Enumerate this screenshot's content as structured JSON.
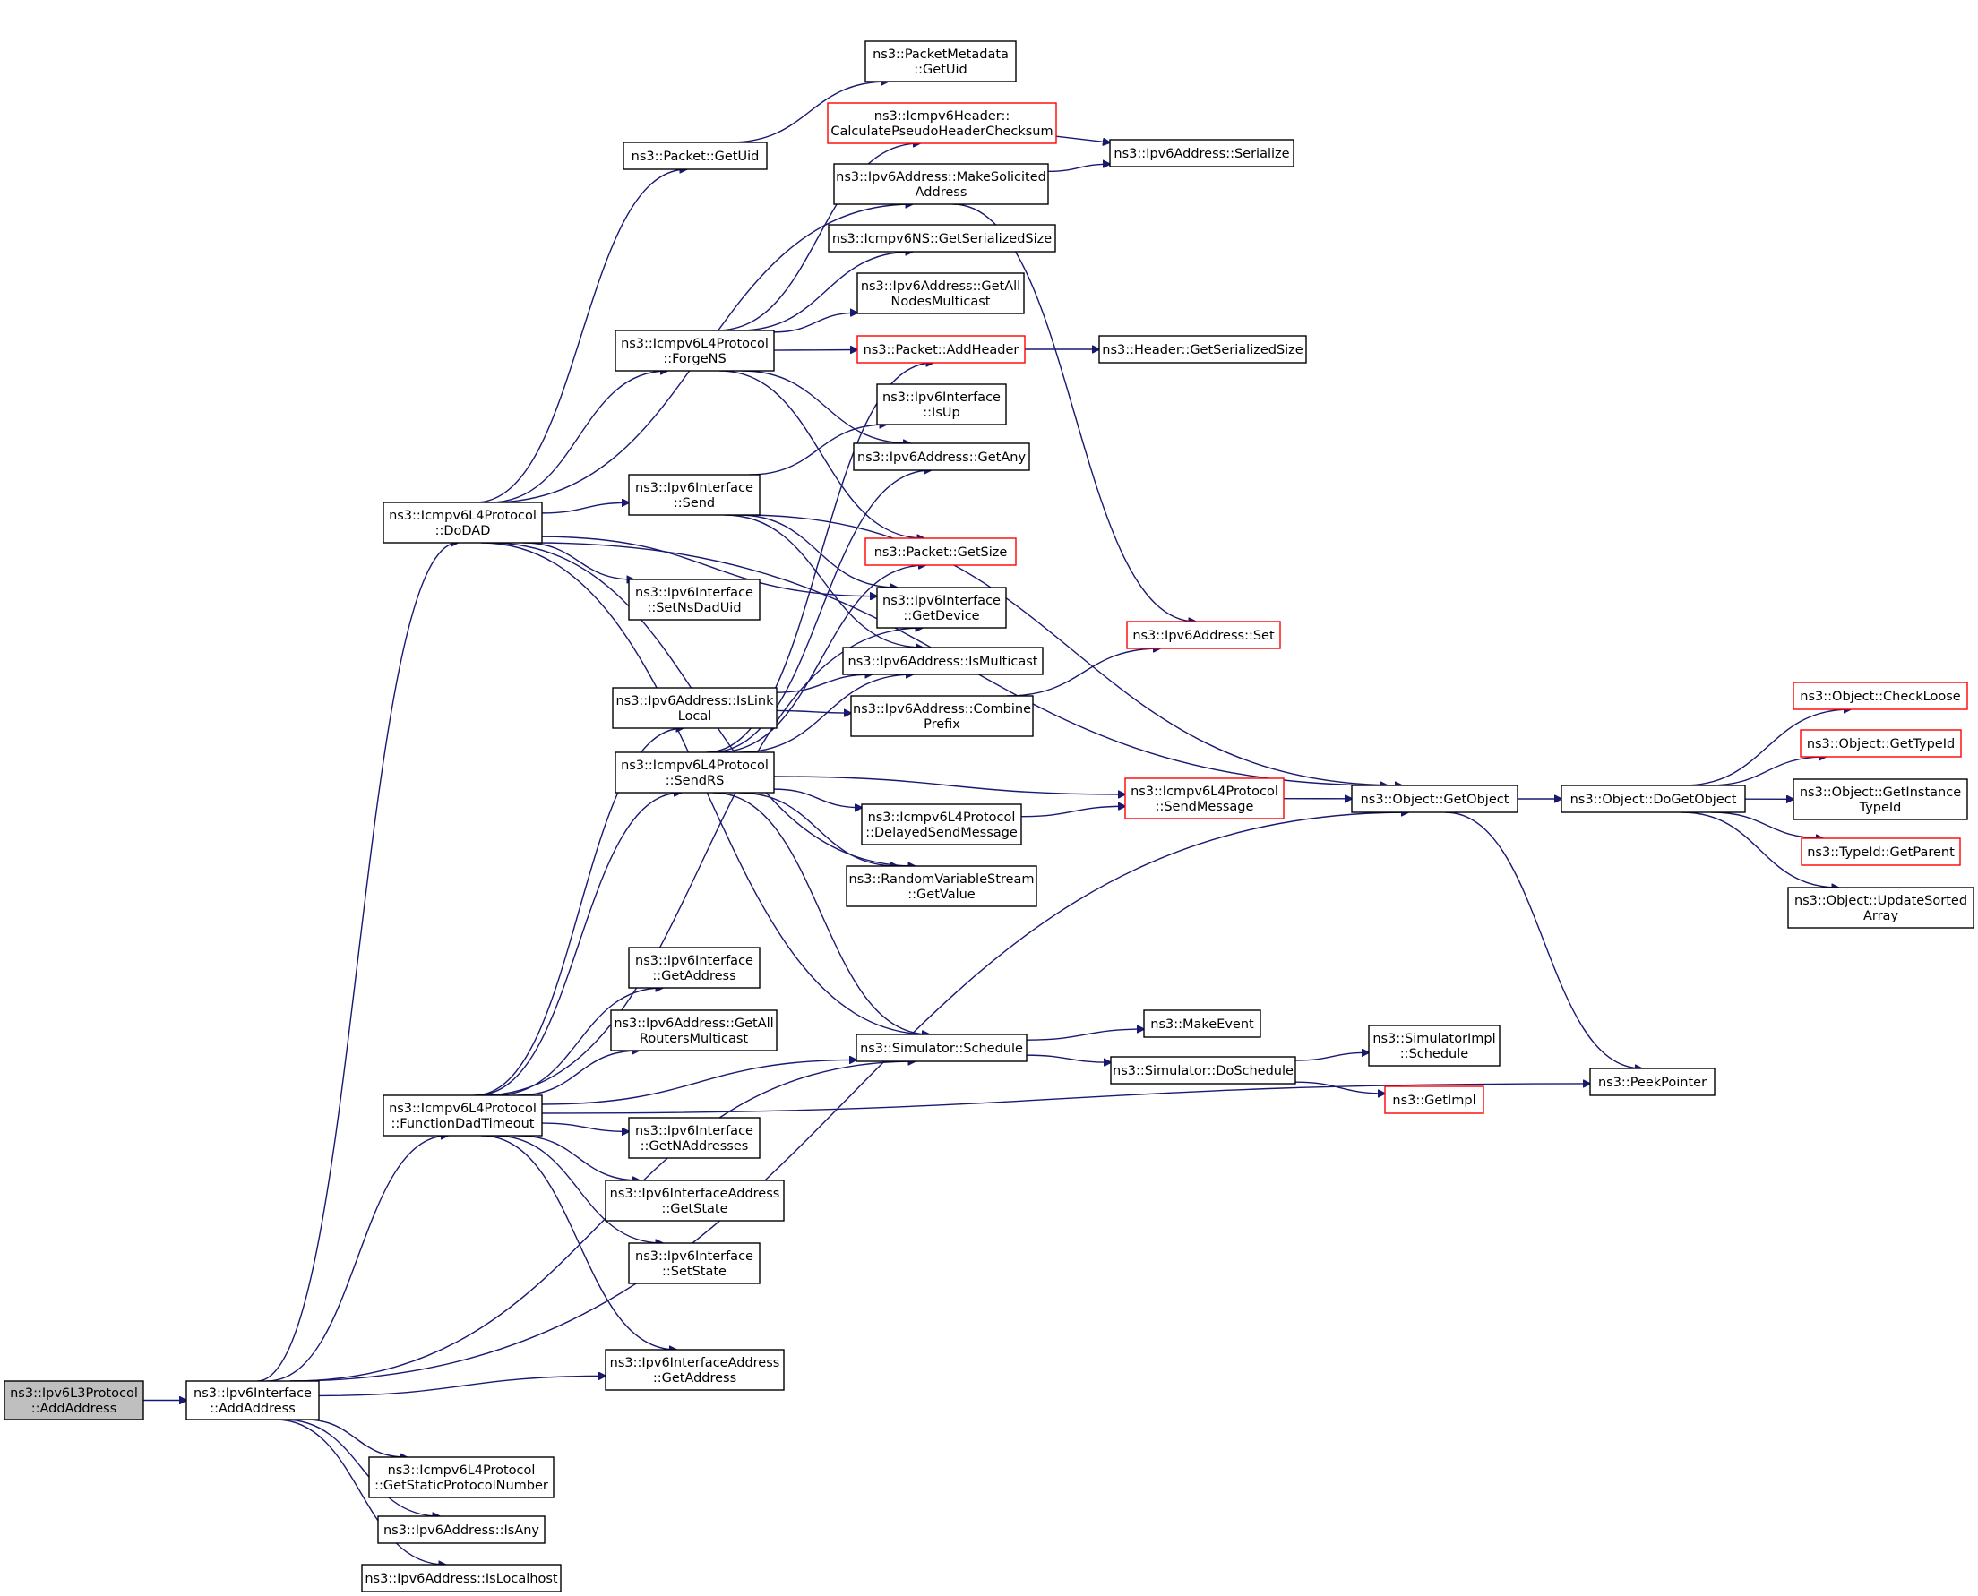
{
  "nodes": [
    {
      "id": "root",
      "lines": [
        "ns3::Ipv6L3Protocol",
        "::AddAddress"
      ],
      "style": "root"
    },
    {
      "id": "ifaceAddAddress",
      "lines": [
        "ns3::Ipv6Interface",
        "::AddAddress"
      ],
      "style": "normal"
    },
    {
      "id": "doDAD",
      "lines": [
        "ns3::Icmpv6L4Protocol",
        "::DoDAD"
      ],
      "style": "normal"
    },
    {
      "id": "functionDadTimeout",
      "lines": [
        "ns3::Icmpv6L4Protocol",
        "::FunctionDadTimeout"
      ],
      "style": "normal"
    },
    {
      "id": "getStaticProtocolNumber",
      "lines": [
        "ns3::Icmpv6L4Protocol",
        "::GetStaticProtocolNumber"
      ],
      "style": "normal"
    },
    {
      "id": "isAny",
      "lines": [
        "ns3::Ipv6Address::IsAny"
      ],
      "style": "normal"
    },
    {
      "id": "isLocalhost",
      "lines": [
        "ns3::Ipv6Address::IsLocalhost"
      ],
      "style": "normal"
    },
    {
      "id": "packetGetUid",
      "lines": [
        "ns3::Packet::GetUid"
      ],
      "style": "normal"
    },
    {
      "id": "packetMetadataGetUid",
      "lines": [
        "ns3::PacketMetadata",
        "::GetUid"
      ],
      "style": "normal"
    },
    {
      "id": "calcPseudo",
      "lines": [
        "ns3::Icmpv6Header::",
        "CalculatePseudoHeaderChecksum"
      ],
      "style": "red"
    },
    {
      "id": "ipv6Serialize",
      "lines": [
        "ns3::Ipv6Address::Serialize"
      ],
      "style": "normal"
    },
    {
      "id": "makeSolicited",
      "lines": [
        "ns3::Ipv6Address::MakeSolicited",
        "Address"
      ],
      "style": "normal"
    },
    {
      "id": "nsGetSerializedSize",
      "lines": [
        "ns3::Icmpv6NS::GetSerializedSize"
      ],
      "style": "normal"
    },
    {
      "id": "getAllNodesMulticast",
      "lines": [
        "ns3::Ipv6Address::GetAll",
        "NodesMulticast"
      ],
      "style": "normal"
    },
    {
      "id": "forgeNS",
      "lines": [
        "ns3::Icmpv6L4Protocol",
        "::ForgeNS"
      ],
      "style": "normal"
    },
    {
      "id": "packetAddHeader",
      "lines": [
        "ns3::Packet::AddHeader"
      ],
      "style": "red"
    },
    {
      "id": "headerGetSerializedSize",
      "lines": [
        "ns3::Header::GetSerializedSize"
      ],
      "style": "normal"
    },
    {
      "id": "ifaceIsUp",
      "lines": [
        "ns3::Ipv6Interface",
        "::IsUp"
      ],
      "style": "normal"
    },
    {
      "id": "ipv6GetAny",
      "lines": [
        "ns3::Ipv6Address::GetAny"
      ],
      "style": "normal"
    },
    {
      "id": "ifaceSend",
      "lines": [
        "ns3::Ipv6Interface",
        "::Send"
      ],
      "style": "normal"
    },
    {
      "id": "packetGetSize",
      "lines": [
        "ns3::Packet::GetSize"
      ],
      "style": "red"
    },
    {
      "id": "ifaceGetDevice",
      "lines": [
        "ns3::Ipv6Interface",
        "::GetDevice"
      ],
      "style": "normal"
    },
    {
      "id": "setNsDadUid",
      "lines": [
        "ns3::Ipv6Interface",
        "::SetNsDadUid"
      ],
      "style": "normal"
    },
    {
      "id": "ipv6Set",
      "lines": [
        "ns3::Ipv6Address::Set"
      ],
      "style": "red"
    },
    {
      "id": "isMulticast",
      "lines": [
        "ns3::Ipv6Address::IsMulticast"
      ],
      "style": "normal"
    },
    {
      "id": "isLinkLocal",
      "lines": [
        "ns3::Ipv6Address::IsLink",
        "Local"
      ],
      "style": "normal"
    },
    {
      "id": "combinePrefix",
      "lines": [
        "ns3::Ipv6Address::Combine",
        "Prefix"
      ],
      "style": "normal"
    },
    {
      "id": "sendRS",
      "lines": [
        "ns3::Icmpv6L4Protocol",
        "::SendRS"
      ],
      "style": "normal"
    },
    {
      "id": "sendMessage",
      "lines": [
        "ns3::Icmpv6L4Protocol",
        "::SendMessage"
      ],
      "style": "red"
    },
    {
      "id": "delayedSendMessage",
      "lines": [
        "ns3::Icmpv6L4Protocol",
        "::DelayedSendMessage"
      ],
      "style": "normal"
    },
    {
      "id": "randomGetValue",
      "lines": [
        "ns3::RandomVariableStream",
        "::GetValue"
      ],
      "style": "normal"
    },
    {
      "id": "objectGetObject",
      "lines": [
        "ns3::Object::GetObject"
      ],
      "style": "normal"
    },
    {
      "id": "objectDoGetObject",
      "lines": [
        "ns3::Object::DoGetObject"
      ],
      "style": "normal"
    },
    {
      "id": "checkLoose",
      "lines": [
        "ns3::Object::CheckLoose"
      ],
      "style": "red"
    },
    {
      "id": "getTypeId",
      "lines": [
        "ns3::Object::GetTypeId"
      ],
      "style": "red"
    },
    {
      "id": "getInstanceTypeId",
      "lines": [
        "ns3::Object::GetInstance",
        "TypeId"
      ],
      "style": "normal"
    },
    {
      "id": "typeIdGetParent",
      "lines": [
        "ns3::TypeId::GetParent"
      ],
      "style": "red"
    },
    {
      "id": "updateSortedArray",
      "lines": [
        "ns3::Object::UpdateSorted",
        "Array"
      ],
      "style": "normal"
    },
    {
      "id": "ifaceGetAddress",
      "lines": [
        "ns3::Ipv6Interface",
        "::GetAddress"
      ],
      "style": "normal"
    },
    {
      "id": "getAllRoutersMulticast",
      "lines": [
        "ns3::Ipv6Address::GetAll",
        "RoutersMulticast"
      ],
      "style": "normal"
    },
    {
      "id": "simSchedule",
      "lines": [
        "ns3::Simulator::Schedule"
      ],
      "style": "normal"
    },
    {
      "id": "makeEvent",
      "lines": [
        "ns3::MakeEvent"
      ],
      "style": "normal"
    },
    {
      "id": "simDoSchedule",
      "lines": [
        "ns3::Simulator::DoSchedule"
      ],
      "style": "normal"
    },
    {
      "id": "simImplSchedule",
      "lines": [
        "ns3::SimulatorImpl",
        "::Schedule"
      ],
      "style": "normal"
    },
    {
      "id": "getImpl",
      "lines": [
        "ns3::GetImpl"
      ],
      "style": "red"
    },
    {
      "id": "peekPointer",
      "lines": [
        "ns3::PeekPointer"
      ],
      "style": "normal"
    },
    {
      "id": "getNAddresses",
      "lines": [
        "ns3::Ipv6Interface",
        "::GetNAddresses"
      ],
      "style": "normal"
    },
    {
      "id": "ifaceAddrGetState",
      "lines": [
        "ns3::Ipv6InterfaceAddress",
        "::GetState"
      ],
      "style": "normal"
    },
    {
      "id": "ifaceSetState",
      "lines": [
        "ns3::Ipv6Interface",
        "::SetState"
      ],
      "style": "normal"
    },
    {
      "id": "ifaceAddrGetAddress",
      "lines": [
        "ns3::Ipv6InterfaceAddress",
        "::GetAddress"
      ],
      "style": "normal"
    }
  ],
  "edges": [
    [
      "root",
      "ifaceAddAddress"
    ],
    [
      "ifaceAddAddress",
      "doDAD"
    ],
    [
      "ifaceAddAddress",
      "functionDadTimeout"
    ],
    [
      "ifaceAddAddress",
      "getStaticProtocolNumber"
    ],
    [
      "ifaceAddAddress",
      "isAny"
    ],
    [
      "ifaceAddAddress",
      "isLocalhost"
    ],
    [
      "ifaceAddAddress",
      "ifaceAddrGetAddress"
    ],
    [
      "ifaceAddAddress",
      "simSchedule"
    ],
    [
      "ifaceAddAddress",
      "objectGetObject"
    ],
    [
      "doDAD",
      "packetGetUid"
    ],
    [
      "doDAD",
      "makeSolicited"
    ],
    [
      "doDAD",
      "forgeNS"
    ],
    [
      "doDAD",
      "ifaceSend"
    ],
    [
      "doDAD",
      "setNsDadUid"
    ],
    [
      "doDAD",
      "ifaceGetDevice"
    ],
    [
      "doDAD",
      "randomGetValue"
    ],
    [
      "doDAD",
      "simSchedule"
    ],
    [
      "doDAD",
      "objectGetObject"
    ],
    [
      "packetGetUid",
      "packetMetadataGetUid"
    ],
    [
      "forgeNS",
      "calcPseudo"
    ],
    [
      "forgeNS",
      "nsGetSerializedSize"
    ],
    [
      "forgeNS",
      "getAllNodesMulticast"
    ],
    [
      "forgeNS",
      "packetAddHeader"
    ],
    [
      "forgeNS",
      "ipv6GetAny"
    ],
    [
      "forgeNS",
      "packetGetSize"
    ],
    [
      "calcPseudo",
      "ipv6Serialize"
    ],
    [
      "makeSolicited",
      "ipv6Serialize"
    ],
    [
      "makeSolicited",
      "ipv6Set"
    ],
    [
      "packetAddHeader",
      "headerGetSerializedSize"
    ],
    [
      "ifaceSend",
      "ifaceIsUp"
    ],
    [
      "ifaceSend",
      "ifaceGetDevice"
    ],
    [
      "ifaceSend",
      "isMulticast"
    ],
    [
      "ifaceSend",
      "objectGetObject"
    ],
    [
      "isLinkLocal",
      "isMulticast"
    ],
    [
      "isLinkLocal",
      "combinePrefix"
    ],
    [
      "combinePrefix",
      "ipv6Set"
    ],
    [
      "sendRS",
      "packetAddHeader"
    ],
    [
      "sendRS",
      "ipv6GetAny"
    ],
    [
      "sendRS",
      "packetGetSize"
    ],
    [
      "sendRS",
      "isMulticast"
    ],
    [
      "sendRS",
      "sendMessage"
    ],
    [
      "sendRS",
      "delayedSendMessage"
    ],
    [
      "sendRS",
      "randomGetValue"
    ],
    [
      "sendRS",
      "simSchedule"
    ],
    [
      "delayedSendMessage",
      "sendMessage"
    ],
    [
      "sendMessage",
      "objectGetObject"
    ],
    [
      "objectGetObject",
      "objectDoGetObject"
    ],
    [
      "objectGetObject",
      "peekPointer"
    ],
    [
      "objectDoGetObject",
      "checkLoose"
    ],
    [
      "objectDoGetObject",
      "getTypeId"
    ],
    [
      "objectDoGetObject",
      "getInstanceTypeId"
    ],
    [
      "objectDoGetObject",
      "typeIdGetParent"
    ],
    [
      "objectDoGetObject",
      "updateSortedArray"
    ],
    [
      "functionDadTimeout",
      "isLinkLocal"
    ],
    [
      "functionDadTimeout",
      "sendRS"
    ],
    [
      "functionDadTimeout",
      "ifaceGetAddress"
    ],
    [
      "functionDadTimeout",
      "getAllRoutersMulticast"
    ],
    [
      "functionDadTimeout",
      "simSchedule"
    ],
    [
      "functionDadTimeout",
      "getNAddresses"
    ],
    [
      "functionDadTimeout",
      "ifaceAddrGetState"
    ],
    [
      "functionDadTimeout",
      "ifaceSetState"
    ],
    [
      "functionDadTimeout",
      "ifaceAddrGetAddress"
    ],
    [
      "functionDadTimeout",
      "ifaceGetDevice"
    ],
    [
      "functionDadTimeout",
      "peekPointer"
    ],
    [
      "simSchedule",
      "makeEvent"
    ],
    [
      "simSchedule",
      "simDoSchedule"
    ],
    [
      "simDoSchedule",
      "simImplSchedule"
    ],
    [
      "simDoSchedule",
      "getImpl"
    ]
  ]
}
